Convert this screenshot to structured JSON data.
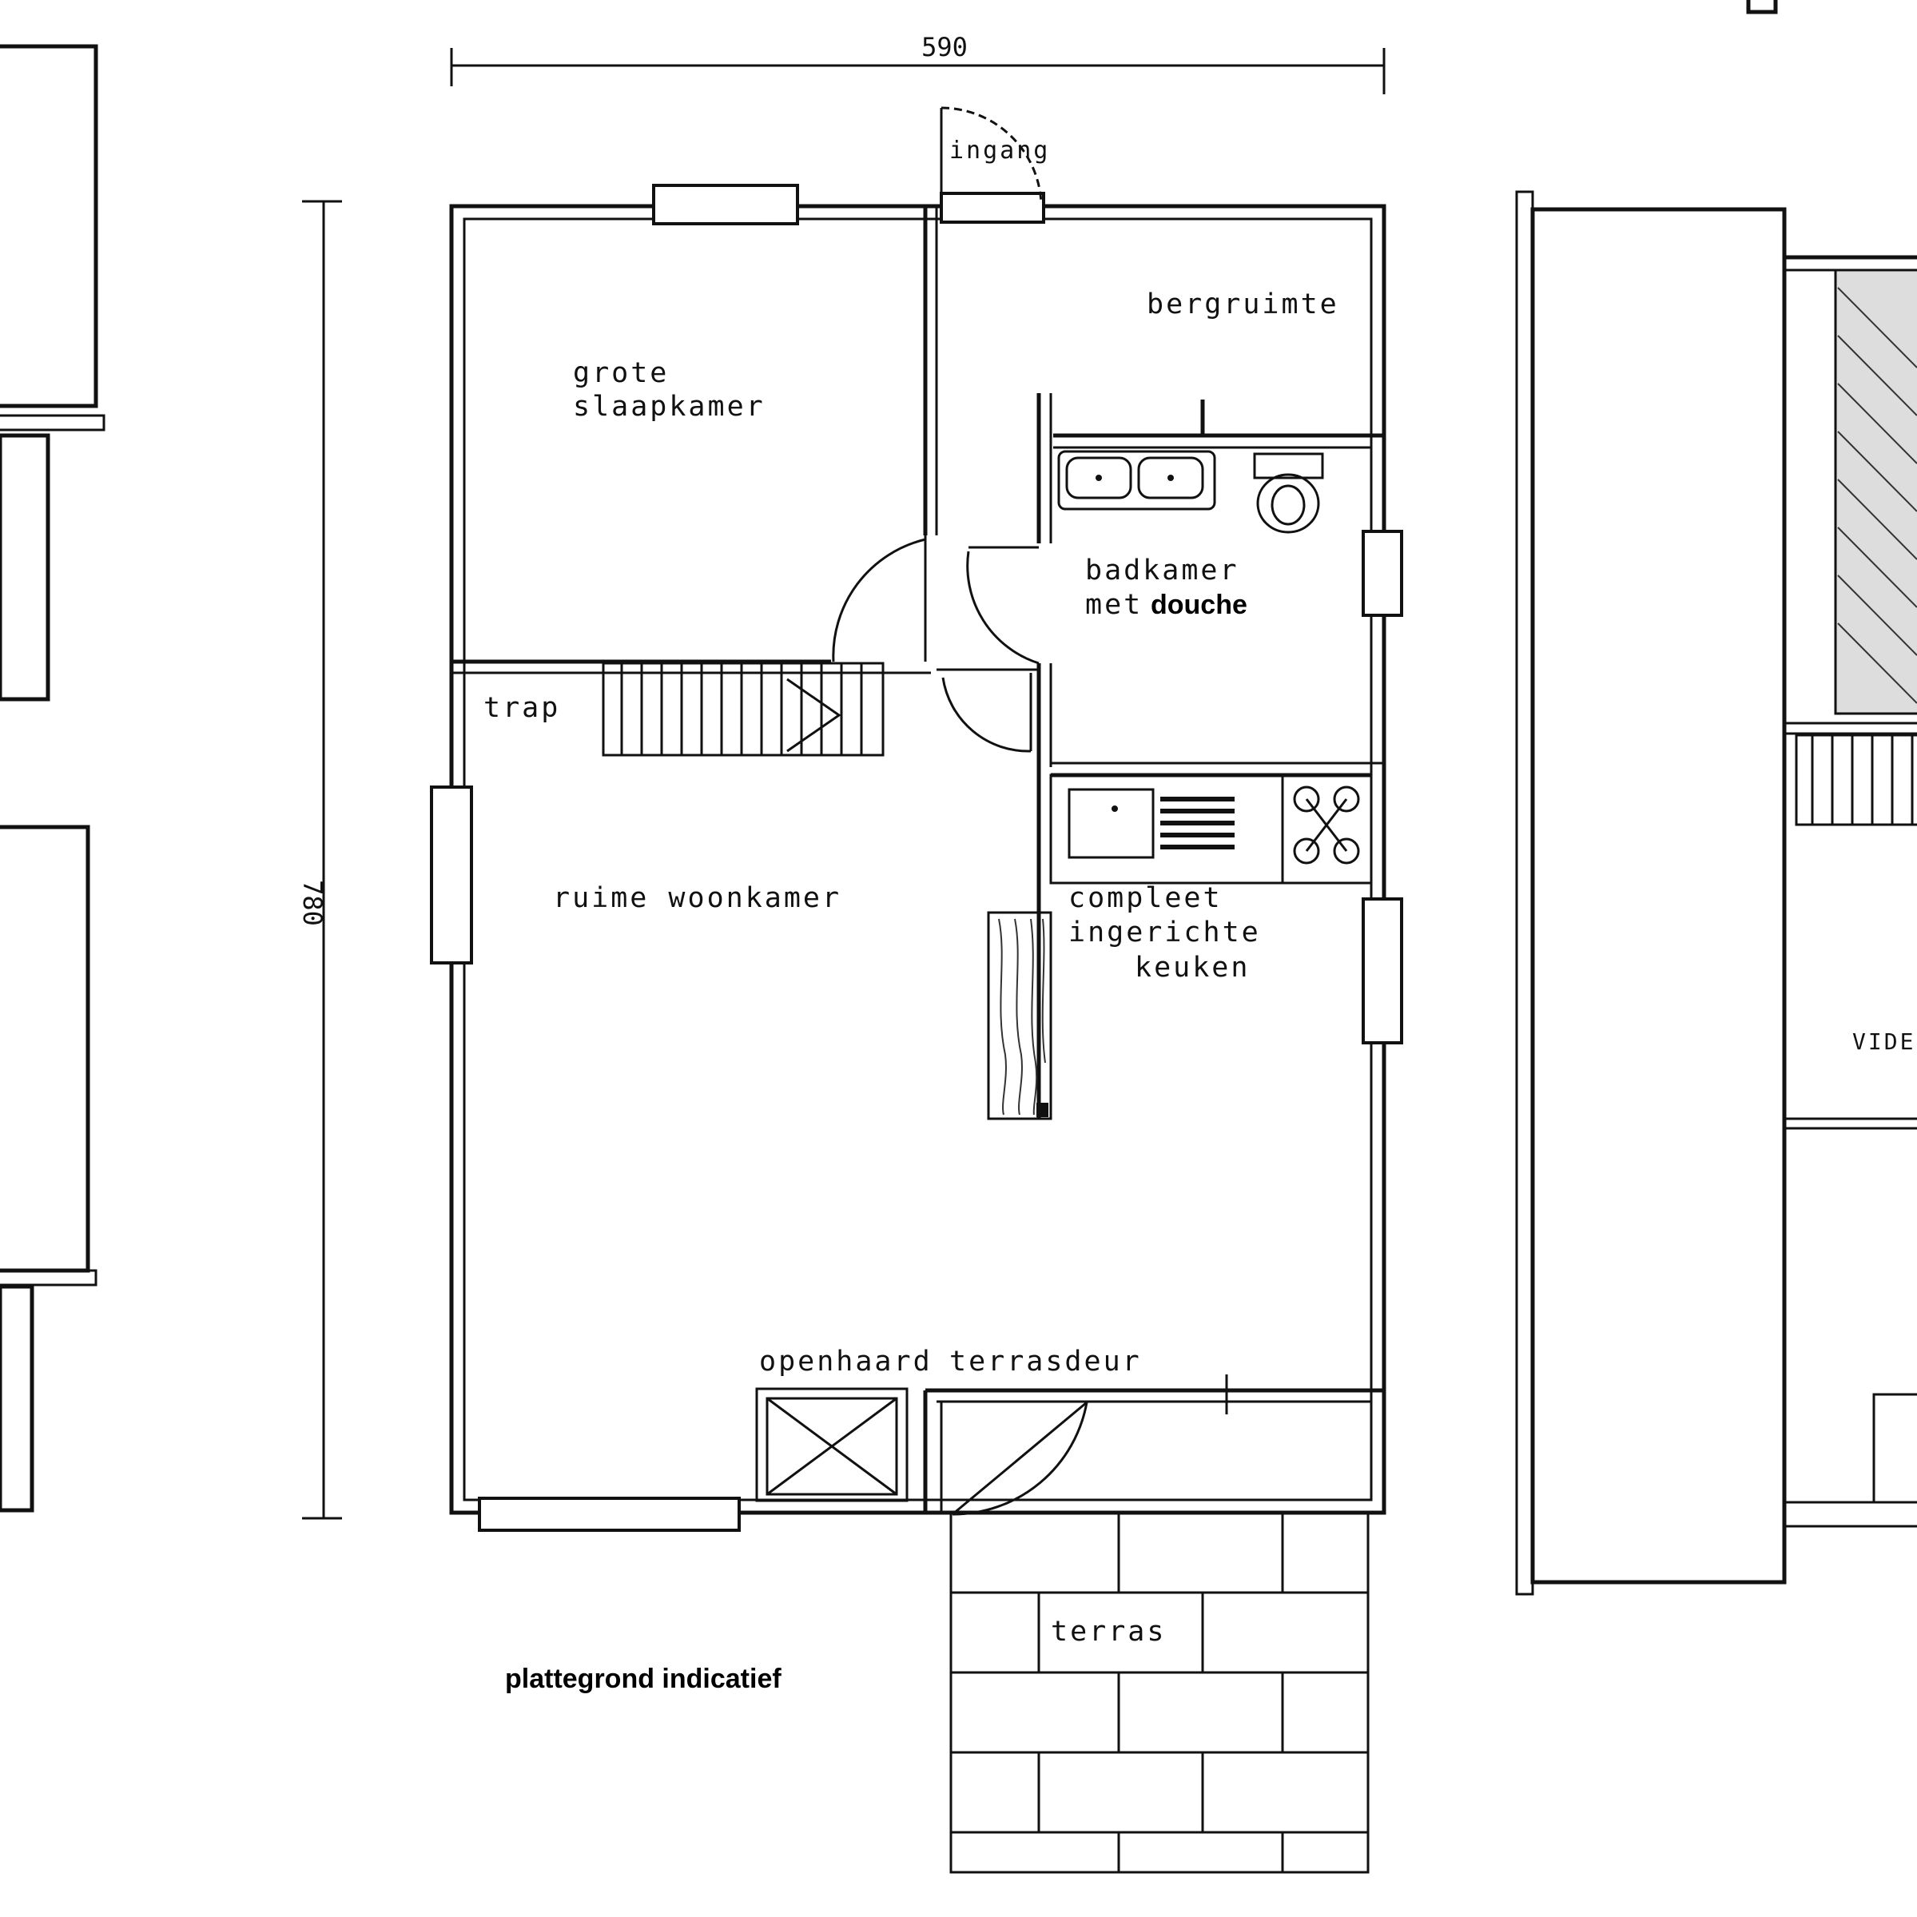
{
  "dimensions": {
    "width_label": "590",
    "depth_label": "780"
  },
  "rooms": {
    "entrance": "ingang",
    "storage": "bergruimte",
    "bedroom_line1": "grote",
    "bedroom_line2": "slaapkamer",
    "bathroom_line1": "badkamer",
    "bathroom_line2_a": "met",
    "bathroom_line2_b": "douche",
    "stairs": "trap",
    "living": "ruime woonkamer",
    "kitchen_line1": "compleet",
    "kitchen_line2": "ingerichte",
    "kitchen_line3": "keuken",
    "fireplace": "openhaard",
    "terrace_door": "terrasdeur",
    "terrace": "terras",
    "void_right": "VIDE"
  },
  "footer": {
    "note": "plattegrond indicatief"
  }
}
